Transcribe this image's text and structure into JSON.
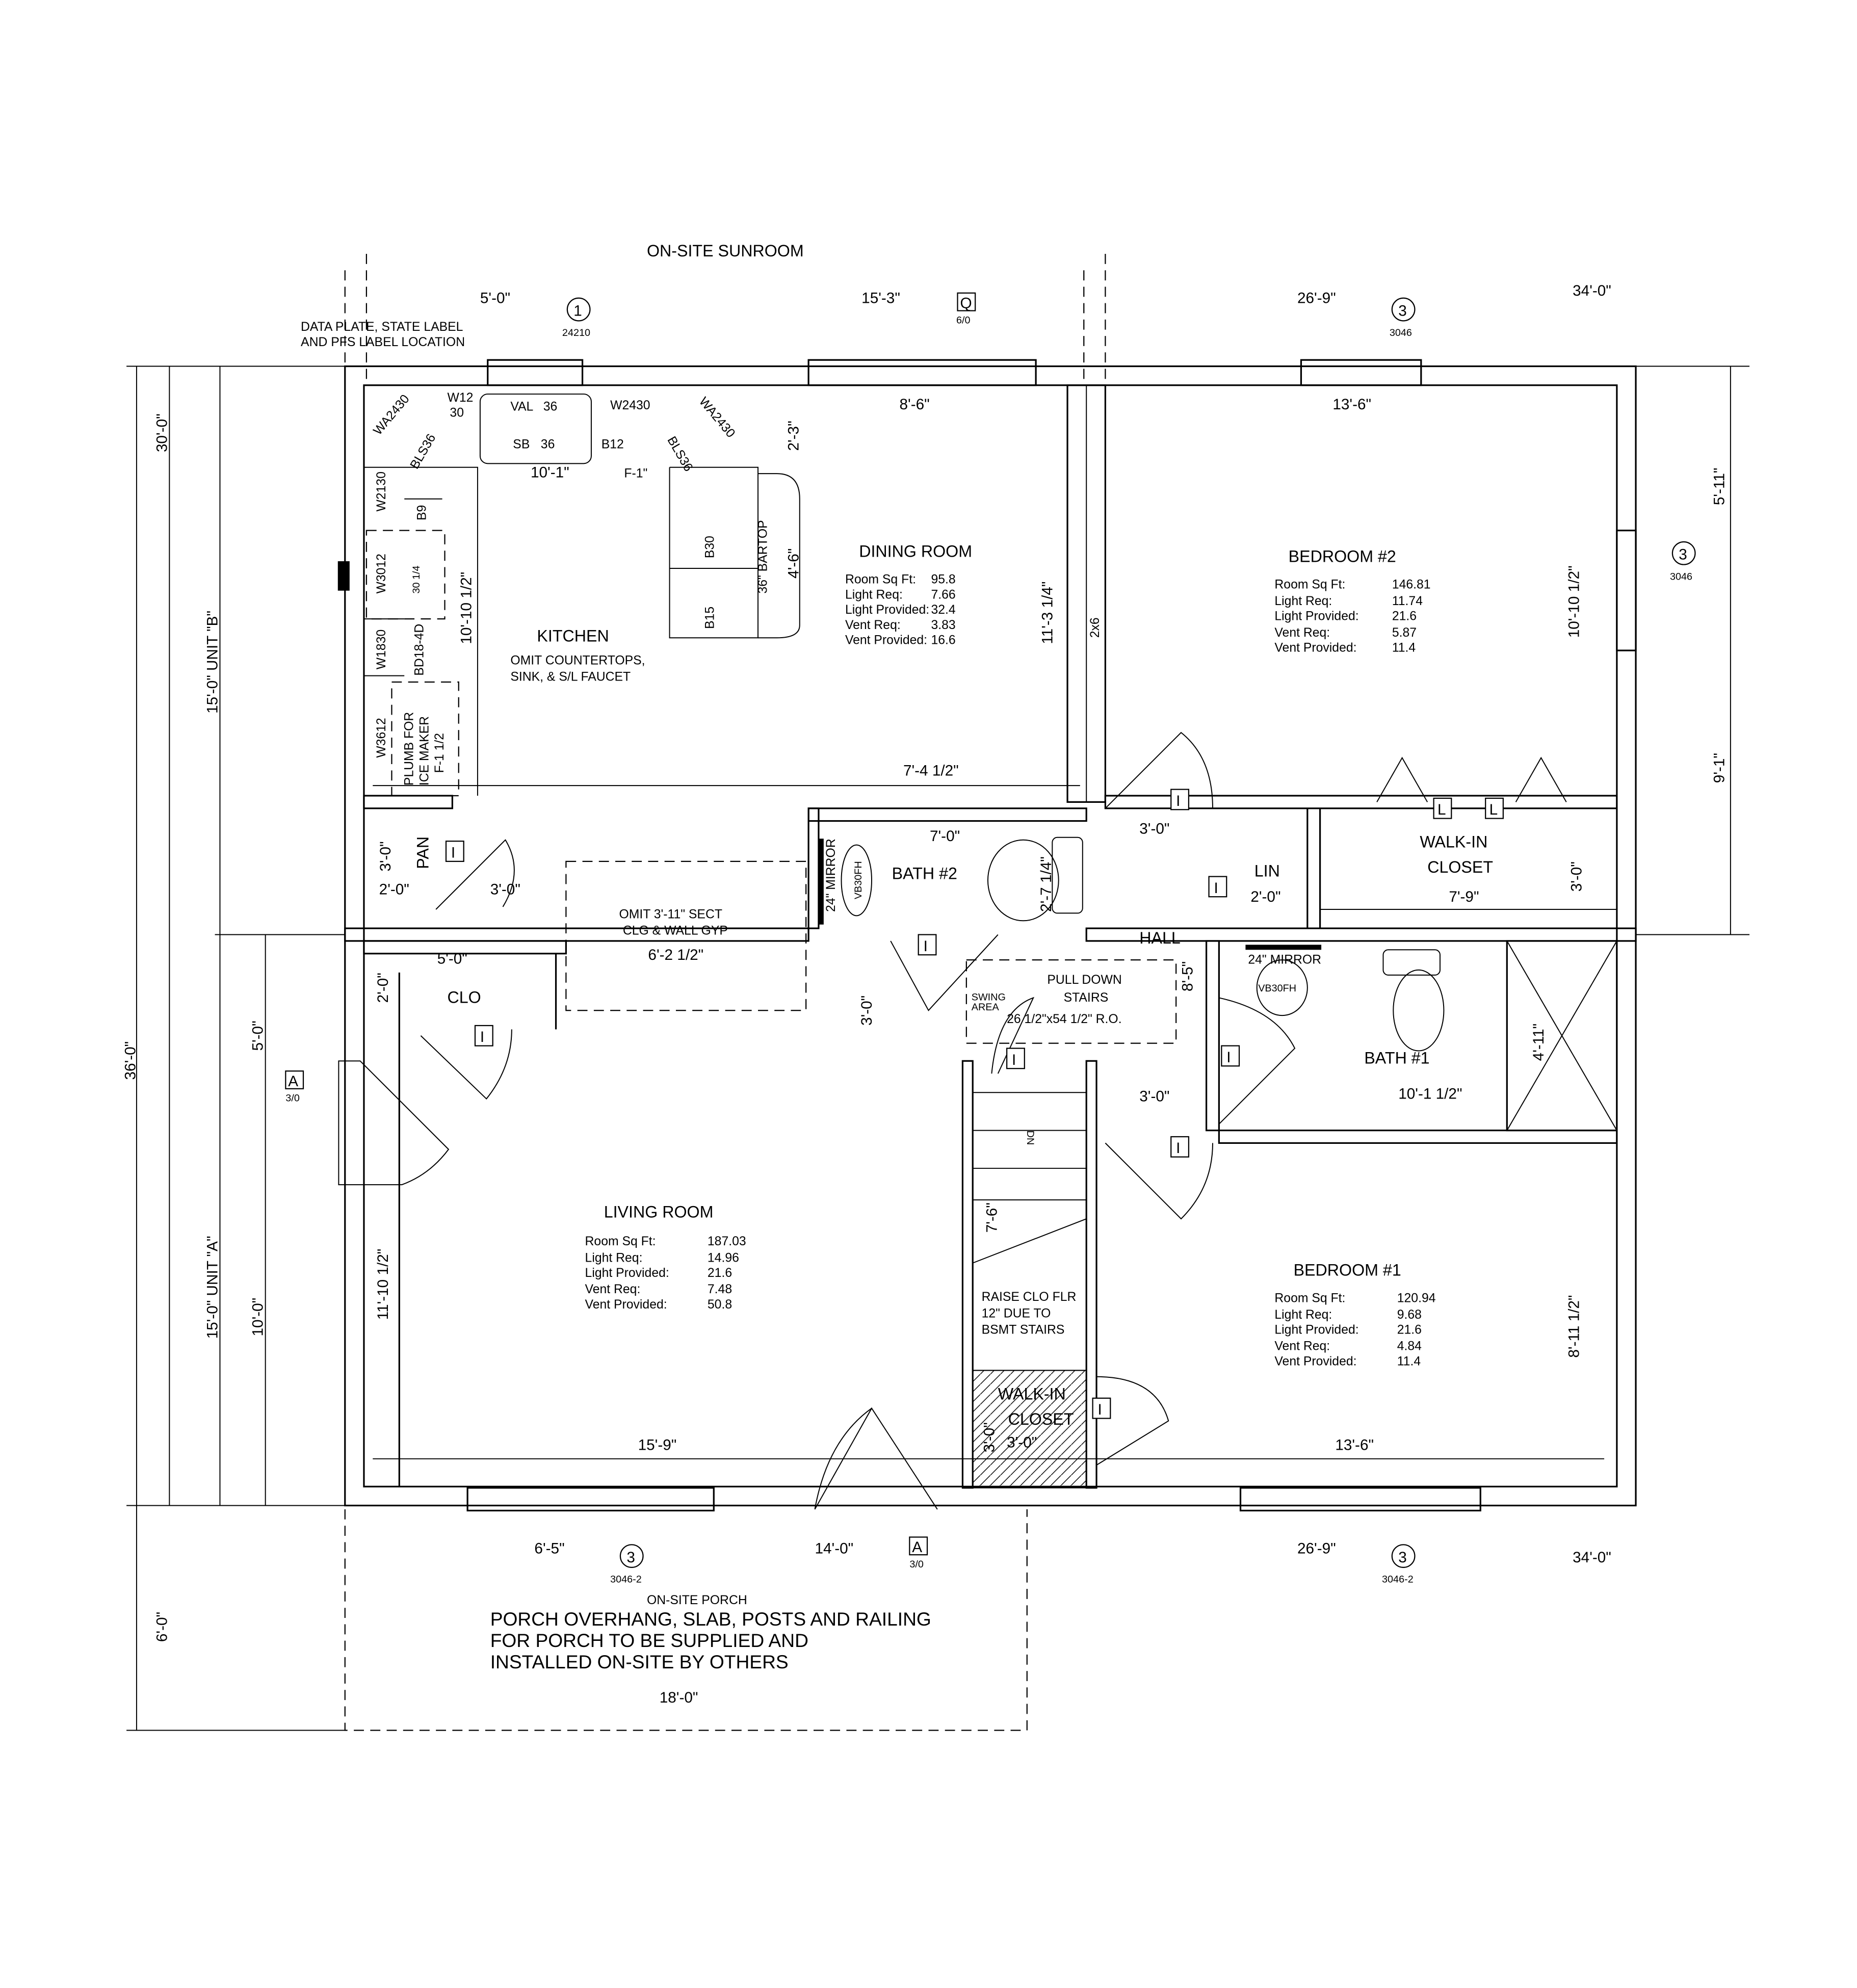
{
  "title": "ON-SITE SUNROOM",
  "data_plate": [
    "DATA PLATE, STATE LABEL",
    "AND PFS LABEL LOCATION"
  ],
  "window_tags": [
    {
      "id": "1",
      "code": "24210"
    },
    {
      "id": "Q",
      "code": "6/0"
    },
    {
      "id": "3",
      "code": "3046"
    },
    {
      "id": "3",
      "code": "3046"
    },
    {
      "id": "3",
      "code": "3046-2"
    },
    {
      "id": "3",
      "code": "3046-2"
    },
    {
      "id": "A",
      "code": "3/0"
    },
    {
      "id": "A",
      "code": "3/0"
    }
  ],
  "dims": [
    "5'-0\"",
    "15'-3\"",
    "26'-9\"",
    "34'-0\"",
    "8'-6\"",
    "13'-6\"",
    "10'-1\"",
    "2'-3\"",
    "4'-6\"",
    "10'-10 1/2\"",
    "11'-3 1/4\"",
    "2x6",
    "10'-10 1/2\"",
    "5'-11\"",
    "9'-1\"",
    "7'-4 1/2\"",
    "7'-0\"",
    "3'-0\"",
    "2'-0\"",
    "7'-9\"",
    "3'-0\"",
    "2'-7 1/4\"",
    "3'-0\"",
    "2'-0\"",
    "3'-0\"",
    "5'-0\"",
    "2'-0\"",
    "6'-2 1/2\"",
    "3'-0\"",
    "8'-5\"",
    "3'-0\"",
    "10'-1 1/2\"",
    "4'-11\"",
    "7'-6\"",
    "11'-10 1/2\"",
    "8'-11 1/2\"",
    "15'-9\"",
    "13'-6\"",
    "3'-0\"",
    "3'-0\"",
    "30'-0\"",
    "15'-0\" UNIT \"B\"",
    "5'-0\"",
    "15'-0\" UNIT \"A\"",
    "10'-0\"",
    "36'-0\"",
    "6'-0\"",
    "6'-5\"",
    "14'-0\"",
    "26'-9\"",
    "34'-0\"",
    "18'-0\""
  ],
  "stat_labels": [
    "Room Sq Ft:",
    "Light Req:",
    "Light Provided:",
    "Vent Req:",
    "Vent Provided:"
  ],
  "rooms": {
    "kitchen": {
      "name": "KITCHEN",
      "note": [
        "OMIT COUNTERTOPS,",
        "SINK, & S/L FAUCET"
      ]
    },
    "dining": {
      "name": "DINING ROOM",
      "stats": [
        "95.8",
        "7.66",
        "32.4",
        "3.83",
        "16.6"
      ]
    },
    "bedroom2": {
      "name": "BEDROOM #2",
      "stats": [
        "146.81",
        "11.74",
        "21.6",
        "5.87",
        "11.4"
      ]
    },
    "living": {
      "name": "LIVING ROOM",
      "stats": [
        "187.03",
        "14.96",
        "21.6",
        "7.48",
        "50.8"
      ]
    },
    "bedroom1": {
      "name": "BEDROOM #1",
      "stats": [
        "120.94",
        "9.68",
        "21.6",
        "4.84",
        "11.4"
      ]
    },
    "bath2": "BATH #2",
    "bath1": "BATH #1",
    "hall": "HALL",
    "lin": "LIN",
    "walkin": [
      "WALK-IN",
      "CLOSET"
    ],
    "clo": "CLO",
    "pan": "PAN",
    "stair_closet": [
      "WALK-IN",
      "CLOSET"
    ]
  },
  "cabinets": [
    "WA2430",
    "W12",
    "30",
    "VAL",
    "36",
    "SB",
    "36",
    "W2430",
    "WA2430",
    "BLS36",
    "BLS36",
    "B12",
    "F-1\"",
    "W2130",
    "B9",
    "W3012",
    "30 1/4",
    "W1830",
    "BD18-4D",
    "W3612",
    "PLUMB FOR",
    "ICE MAKER",
    "F-1 1/2",
    "B30",
    "B15",
    "36\" BARTOP"
  ],
  "fixtures": {
    "mirror2": "24\" MIRROR",
    "vanity2": "VB30FH",
    "mirror1": "24\" MIRROR",
    "vanity1": "VB30FH"
  },
  "door_tag": "I",
  "closet_tag": "L",
  "stairs_dn": "DN",
  "pull_down": [
    "PULL DOWN",
    "STAIRS",
    "26 1/2\"x54 1/2\" R.O."
  ],
  "swing": [
    "SWING",
    "AREA"
  ],
  "omit_note": [
    "OMIT 3'-11\" SECT",
    "CLG & WALL GYP"
  ],
  "raise_note": [
    "RAISE CLO FLR",
    "12\" DUE TO",
    "BSMT STAIRS"
  ],
  "porch": {
    "title": "ON-SITE PORCH",
    "note": [
      "PORCH OVERHANG, SLAB, POSTS AND RAILING",
      "FOR PORCH TO BE SUPPLIED AND",
      "INSTALLED ON-SITE BY OTHERS"
    ]
  }
}
